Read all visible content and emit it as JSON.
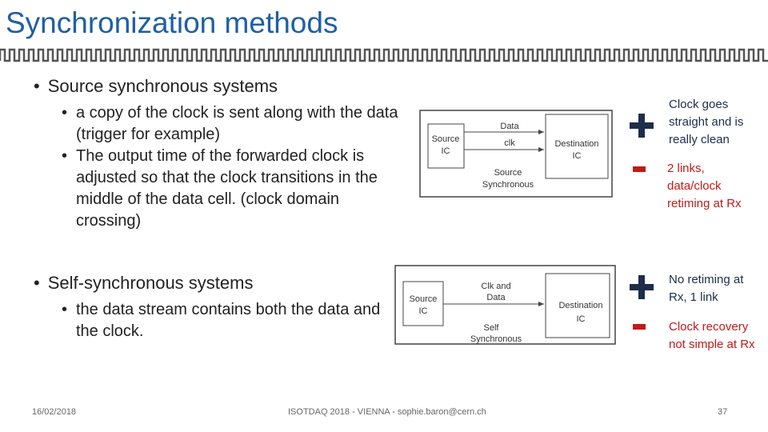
{
  "slide": {
    "title": "Synchronization methods",
    "section1": {
      "bullet": "Source synchronous systems",
      "subs": [
        "a copy of the clock is sent along with the data (trigger for example)",
        "The output time of the forwarded clock is adjusted so that the clock transitions in the middle of the data cell. (clock domain crossing)"
      ],
      "diagram": {
        "source_label": [
          "Source",
          "IC"
        ],
        "dest_label": [
          "Destination",
          "IC"
        ],
        "data_label": "Data",
        "clk_label": "clk",
        "caption": [
          "Source",
          "Synchronous"
        ]
      },
      "plus_note": "Clock goes straight and is really clean",
      "minus_note": "2 links, data/clock retiming at Rx"
    },
    "section2": {
      "bullet": "Self-synchronous systems",
      "subs": [
        "the data stream contains both the data and the clock."
      ],
      "diagram": {
        "source_label": [
          "Source",
          "IC"
        ],
        "dest_label": [
          "Destination",
          "IC"
        ],
        "link_label": [
          "Clk and",
          "Data"
        ],
        "caption": [
          "Self",
          "Synchronous"
        ]
      },
      "plus_note": "No retiming at Rx, 1 link",
      "minus_note": "Clock recovery not simple at Rx"
    },
    "signs": {
      "plus": "+",
      "minus": "-"
    },
    "footer": {
      "date": "16/02/2018",
      "center": "ISOTDAQ 2018 - VIENNA - sophie.baron@cern.ch",
      "page": "37"
    },
    "colors": {
      "title": "#1f5fa3",
      "plus": "#1d2d4a",
      "minus": "#c21a1a"
    }
  }
}
